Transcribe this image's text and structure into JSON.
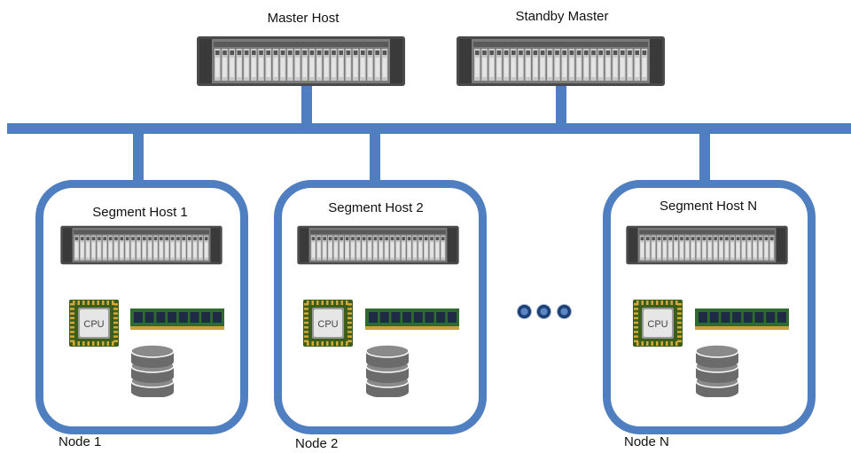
{
  "diagram": {
    "masters": [
      {
        "label": "Master Host",
        "icon": "server-rack-icon"
      },
      {
        "label": "Standby Master",
        "icon": "server-rack-icon"
      }
    ],
    "segments": [
      {
        "label": "Segment Host 1",
        "node": "Node 1",
        "icons": [
          "server-rack-icon",
          "cpu-icon",
          "memory-module-icon",
          "disk-storage-icon"
        ]
      },
      {
        "label": "Segment Host 2",
        "node": "Node 2",
        "icons": [
          "server-rack-icon",
          "cpu-icon",
          "memory-module-icon",
          "disk-storage-icon"
        ]
      },
      {
        "label": "Segment Host N",
        "node": "Node N",
        "icons": [
          "server-rack-icon",
          "cpu-icon",
          "memory-module-icon",
          "disk-storage-icon"
        ]
      }
    ],
    "cpu_text": "CPU",
    "ellipsis_icon": "ellipsis-dots-icon",
    "colors": {
      "network": "#4f7fc0",
      "server_body": "#7b7b7b",
      "server_drive": "#c8c8c8",
      "cpu_board": "#3b5e1b",
      "cpu_chip": "#e6e6e6",
      "memory_board": "#2f6b2f",
      "disk": "#6b6b6b"
    }
  }
}
